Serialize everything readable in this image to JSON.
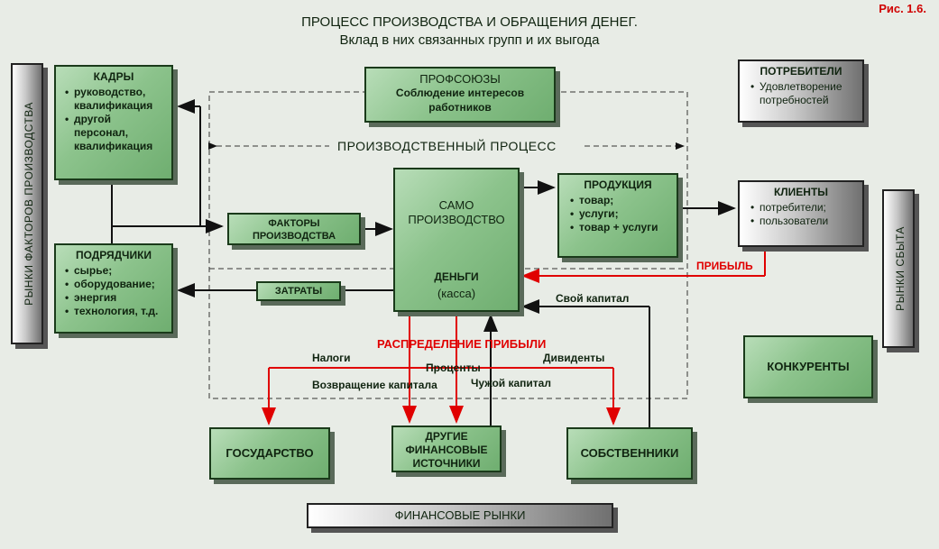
{
  "title": {
    "line1": "ПРОЦЕСС ПРОИЗВОДСТВА И ОБРАЩЕНИЯ ДЕНЕГ.",
    "line2": "Вклад в них связанных групп и их выгода",
    "figure": "Рис. 1.6."
  },
  "sidebars": {
    "left": "РЫНКИ   ФАКТОРОВ   ПРОИЗВОДСТВА",
    "right": "РЫНКИ   СБЫТА"
  },
  "boxes": {
    "kadry": {
      "title": "КАДРЫ",
      "items": [
        "руководство, квалификация",
        "другой персонал, квалификация"
      ]
    },
    "podryadchiki": {
      "title": "ПОДРЯДЧИКИ",
      "items": [
        "сырье;",
        "оборудование;",
        "энергия",
        "технология, т.д."
      ]
    },
    "profsoyuzy": {
      "title": "ПРОФСОЮЗЫ",
      "text": "Соблюдение интересов работников"
    },
    "potrebiteli": {
      "title": "ПОТРЕБИТЕЛИ",
      "items": [
        "Удовлетворение потребностей"
      ]
    },
    "klienty": {
      "title": "КЛИЕНТЫ",
      "items": [
        "потребители;",
        "пользователи"
      ]
    },
    "produkciya": {
      "title": "ПРОДУКЦИЯ",
      "items": [
        "товар;",
        "услуги;",
        "товар + услуги"
      ]
    },
    "samo": {
      "title": "САМО ПРОИЗВОДСТВО",
      "money": "ДЕНЬГИ",
      "money_sub": "(касса)"
    },
    "faktory": {
      "title": "ФАКТОРЫ ПРОИЗВОДСТВА"
    },
    "zatraty": {
      "title": "ЗАТРАТЫ"
    },
    "gosudarstvo": {
      "title": "ГОСУДАРСТВО"
    },
    "drugie": {
      "title": "ДРУГИЕ ФИНАНСОВЫЕ ИСТОЧНИКИ"
    },
    "sobstvenniki": {
      "title": "СОБСТВЕННИКИ"
    },
    "konkurenty": {
      "title": "КОНКУРЕНТЫ"
    },
    "finrynki": {
      "title": "ФИНАНСОВЫЕ РЫНКИ"
    }
  },
  "labels": {
    "process": "ПРОИЗВОДСТВЕННЫЙ  ПРОЦЕСС",
    "pribyl": "ПРИБЫЛЬ",
    "svoy_kapital": "Свой капитал",
    "raspredelenie": "РАСПРЕДЕЛЕНИЕ  ПРИБЫЛИ",
    "nalogi": "Налоги",
    "dividendy": "Дивиденты",
    "procenty": "Проценты",
    "vozvrashchenie": "Возвращение капитала",
    "chuzhoy": "Чужой капитал"
  },
  "colors": {
    "red": "#e00000",
    "green_box": "#8cc38c",
    "background": "#e8ece6"
  }
}
